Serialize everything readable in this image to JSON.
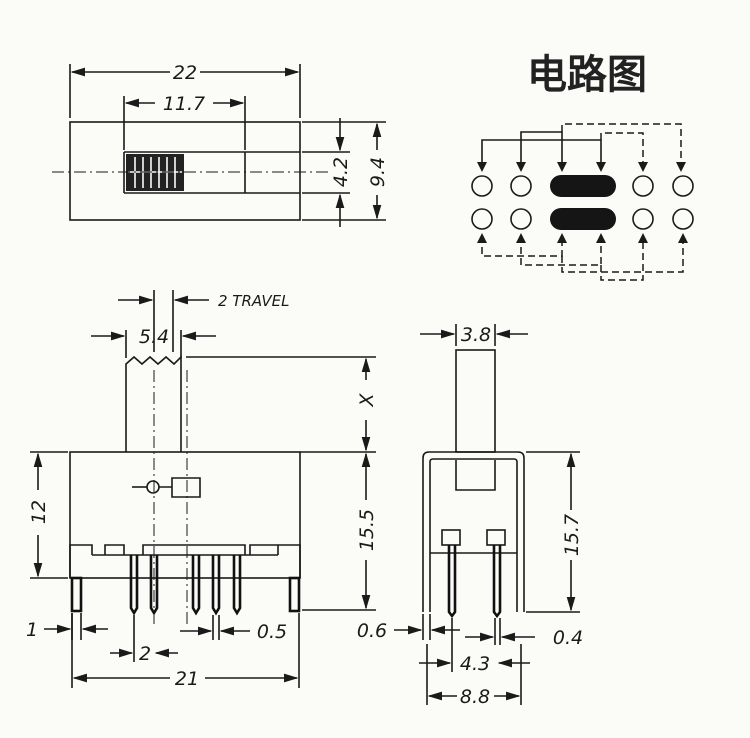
{
  "title": "电路图",
  "top_view": {
    "dim_total_width": "22",
    "dim_slot_width": "11.7",
    "dim_slot_height": "4.2",
    "dim_total_height": "9.4"
  },
  "front_view": {
    "dim_travel": "2 TRAVEL",
    "dim_actuator_width": "5.4",
    "dim_actuator_height": "X",
    "dim_body_height": "12",
    "dim_overall_height": "15.5",
    "dim_leg_width": "1",
    "dim_pin_pitch": "2",
    "dim_pin_width": "0.5",
    "dim_overall_width": "21"
  },
  "side_view": {
    "dim_actuator_width": "3.8",
    "dim_overall_height": "15.7",
    "dim_shell_thickness": "0.6",
    "dim_pin_width": "0.4",
    "dim_pin_spacing": "4.3",
    "dim_overall_depth": "8.8"
  }
}
